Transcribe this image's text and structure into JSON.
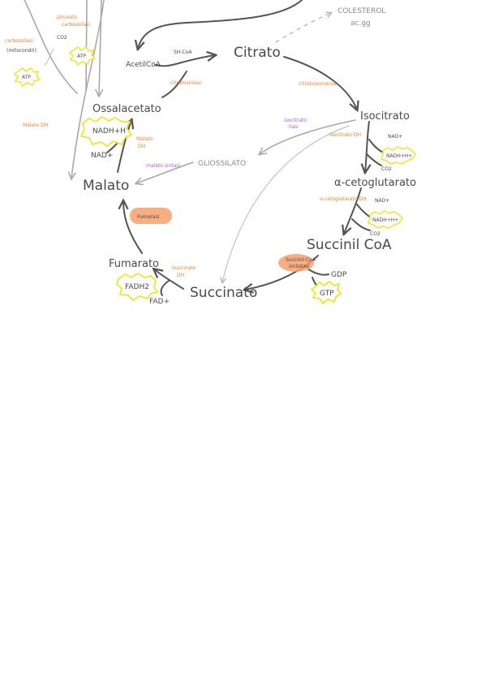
{
  "metabolites": {
    "citrato": "Citrato",
    "isocitrato": "Isocitrato",
    "alpha_kg": "α-cetoglutarato",
    "succinil_coa": "Succinil CoA",
    "succinato": "Succinato",
    "fumarato": "Fumarato",
    "malato": "Malato",
    "ossalacetato": "Ossalacetato",
    "acetil_coa": "AcetilCoA",
    "gliossilato": "GLIOSSILATO",
    "colesterolo": "COLESTEROL",
    "colesterolo_sub": "ac.gg",
    "sh_coa": "SH-CoA"
  },
  "enzymes": {
    "citrato_sintasi": "citratosintasi",
    "aconitasi": "citratoisomerasi",
    "isocitrato_dh": "isocitrato DH",
    "alpha_kg_dh": "α-cetoglutarato DH",
    "succinil_sintetasi_1": "Succinil CoA",
    "succinil_sintetasi_2": "sintetasi",
    "succinato_dh_1": "Succinato",
    "succinato_dh_2": "DH",
    "fumarasi": "Fumarasi",
    "malato_dh_1": "Malato",
    "malato_dh_2": "DH",
    "malato_dh_side": "Malato DH",
    "piruvato_carb_1": "piruvato",
    "piruvato_carb_2": "carbossilasi",
    "carbossilasi": "carbossilasi",
    "mitocondri": "(mitocondri)",
    "isocitrato_liasi_1": "isocitrato",
    "isocitrato_liasi_2": "liasi",
    "malato_sintasi": "malato sintasi"
  },
  "cofactors": {
    "nadh_1": "NADH+H",
    "nad_1": "NAD+",
    "nad_2": "NAD+",
    "nadh_2": "NADH+H+",
    "co2_1": "CO2",
    "nad_3": "NAD+",
    "nadh_3": "NADH+H+",
    "co2_2": "CO2",
    "gdp": "GDP",
    "gtp": "GTP",
    "fadh2": "FADH2",
    "fad": "FAD+",
    "atp_1": "ATP",
    "atp_2": "ATP",
    "co2_3": "CO2"
  },
  "colors": {
    "ink": "#4a4a4a",
    "orange": "#f07f30",
    "purple": "#b25cd9",
    "yellow_burst": "#f5e12c",
    "salmon_blob": "#f7a06a"
  }
}
